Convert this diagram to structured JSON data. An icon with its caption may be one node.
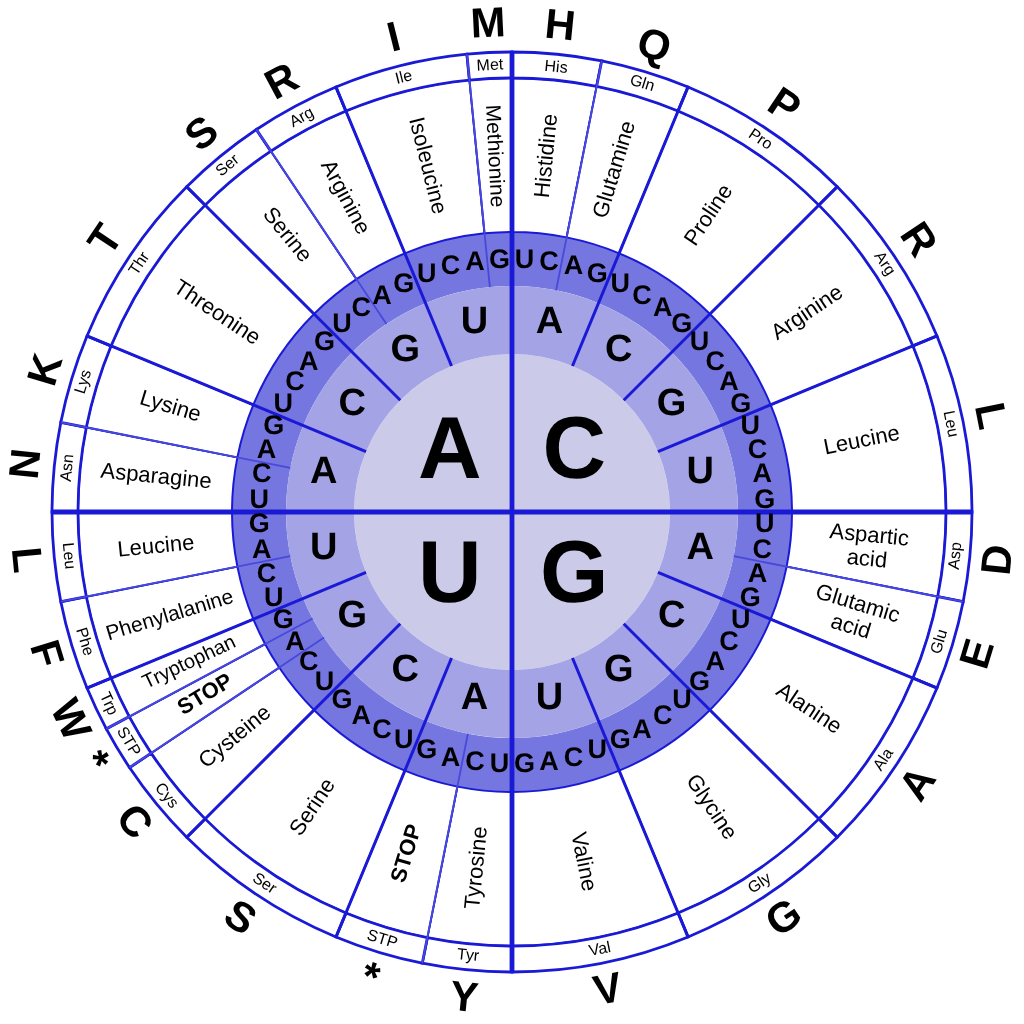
{
  "diagram": {
    "nodes": [
      {
        "text": [
          "C"
        ]
      },
      {
        "text": [
          "G"
        ]
      },
      {
        "text": [
          "U"
        ]
      },
      {
        "text": [
          "A"
        ]
      },
      {
        "text": [
          "A"
        ]
      },
      {
        "text": [
          "C"
        ]
      },
      {
        "text": [
          "G"
        ]
      },
      {
        "text": [
          "U"
        ]
      },
      {
        "text": [
          "A"
        ]
      },
      {
        "text": [
          "C"
        ]
      },
      {
        "text": [
          "G"
        ]
      },
      {
        "text": [
          "U"
        ]
      },
      {
        "text": [
          "A"
        ]
      },
      {
        "text": [
          "C"
        ]
      },
      {
        "text": [
          "G"
        ]
      },
      {
        "text": [
          "U"
        ]
      },
      {
        "text": [
          "A"
        ]
      },
      {
        "text": [
          "C"
        ]
      },
      {
        "text": [
          "G"
        ]
      },
      {
        "text": [
          "U"
        ]
      },
      {
        "text": [
          "Histidine"
        ]
      },
      {
        "text": [
          "Glutamine"
        ]
      },
      {
        "text": [
          "Proline"
        ]
      },
      {
        "text": [
          "Arginine"
        ]
      },
      {
        "text": [
          "Leucine"
        ]
      },
      {
        "text": [
          "Aspartic acid"
        ]
      },
      {
        "text": [
          "Glutamic acid"
        ]
      },
      {
        "text": [
          "Alanine"
        ]
      },
      {
        "text": [
          "Glycine"
        ]
      },
      {
        "text": [
          "Valine"
        ]
      },
      {
        "text": [
          "Tyrosine"
        ]
      },
      {
        "text": [
          "STOP"
        ]
      },
      {
        "text": [
          "Serine"
        ]
      },
      {
        "text": [
          "Cysteine"
        ]
      },
      {
        "text": [
          "STOP"
        ]
      },
      {
        "text": [
          "Tryptophan"
        ]
      },
      {
        "text": [
          "Phenylalanine"
        ]
      },
      {
        "text": [
          "Leucine"
        ]
      },
      {
        "text": [
          "Asparagine"
        ]
      },
      {
        "text": [
          "Lysine"
        ]
      },
      {
        "text": [
          "Threonine"
        ]
      },
      {
        "text": [
          "Serine"
        ]
      },
      {
        "text": [
          "Arginine"
        ]
      },
      {
        "text": [
          "Isoleucine"
        ]
      },
      {
        "text": [
          "Methionine"
        ]
      },
      {
        "text": [
          "His"
        ],
        "beside": [
          "H"
        ]
      },
      {
        "text": [
          "Gln"
        ],
        "beside": [
          "Q"
        ]
      },
      {
        "text": [
          "Pro"
        ],
        "beside": [
          "P"
        ]
      },
      {
        "text": [
          "Arg"
        ],
        "beside": [
          "R"
        ]
      },
      {
        "text": [
          "Leu"
        ],
        "beside": [
          "L"
        ]
      },
      {
        "text": [
          "Asp"
        ],
        "beside": [
          "D"
        ]
      },
      {
        "text": [
          "Glu"
        ],
        "beside": [
          "E"
        ]
      },
      {
        "text": [
          "Ala"
        ],
        "beside": [
          "A"
        ]
      },
      {
        "text": [
          "Gly"
        ],
        "beside": [
          "G"
        ]
      },
      {
        "text": [
          "Val"
        ],
        "beside": [
          "V"
        ]
      },
      {
        "text": [
          "Tyr"
        ],
        "beside": [
          "Y"
        ]
      },
      {
        "text": [
          "STP"
        ],
        "beside": [
          "*"
        ]
      },
      {
        "text": [
          "Ser"
        ],
        "beside": [
          "S"
        ]
      },
      {
        "text": [
          "Cys"
        ],
        "beside": [
          "C"
        ]
      },
      {
        "text": [
          "STP"
        ],
        "beside": [
          "*"
        ]
      },
      {
        "text": [
          "Trp"
        ],
        "beside": [
          "W"
        ]
      },
      {
        "text": [
          "Phe"
        ],
        "beside": [
          "F"
        ]
      },
      {
        "text": [
          "Leu"
        ],
        "beside": [
          "L"
        ]
      },
      {
        "text": [
          "Asn"
        ],
        "beside": [
          "N"
        ]
      },
      {
        "text": [
          "Lys"
        ],
        "beside": [
          "K"
        ]
      },
      {
        "text": [
          "Thr"
        ],
        "beside": [
          "T"
        ]
      },
      {
        "text": [
          "Ser"
        ],
        "beside": [
          "S"
        ]
      },
      {
        "text": [
          "Arg"
        ],
        "beside": [
          "R"
        ]
      },
      {
        "text": [
          "Ile"
        ],
        "beside": [
          "I"
        ]
      },
      {
        "text": [
          "Met"
        ],
        "beside": [
          "M"
        ]
      }
    ],
    "labels": [
      "U",
      "C",
      "A",
      "G",
      "U",
      "C",
      "A",
      "G",
      "U",
      "C",
      "A",
      "G",
      "U",
      "C",
      "A",
      "G",
      "U",
      "C",
      "A",
      "G",
      "U",
      "C",
      "A",
      "G",
      "U",
      "C",
      "A",
      "G",
      "U",
      "C",
      "A",
      "G",
      "U",
      "C",
      "A",
      "G",
      "U",
      "C",
      "A",
      "G",
      "U",
      "C",
      "A",
      "G",
      "U",
      "C",
      "A",
      "G",
      "U",
      "C",
      "A",
      "G",
      "U",
      "C",
      "A",
      "G",
      "U",
      "C",
      "A",
      "G",
      "U",
      "C",
      "A",
      "G"
    ]
  }
}
